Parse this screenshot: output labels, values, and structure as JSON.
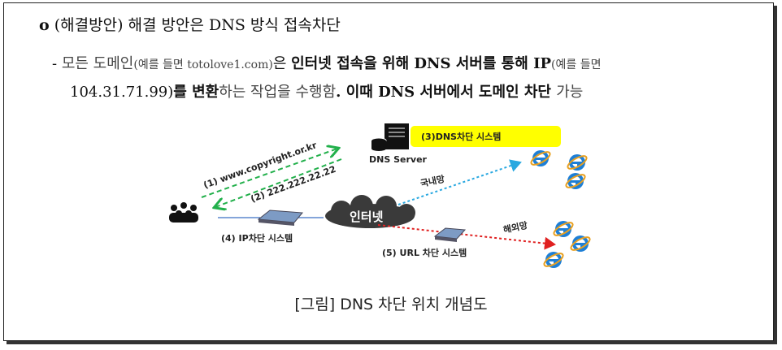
{
  "heading": {
    "bullet": "o",
    "text": "(해결방안) 해결 방안은 DNS 방식 접속차단"
  },
  "body": {
    "dash": "-",
    "s1": "모든 도메인",
    "s2": "(예를 들면 totolove1.com)",
    "s3": "은 ",
    "s4": "인터넷 접속을 위해 DNS 서버를 통해 IP",
    "s5": "(예를 들면",
    "s6": "104.31.71.99)",
    "s7": "를 ",
    "s8": "변환",
    "s9": "하는 작업을 수행함",
    "s10": ". 이때 DNS 서버에서 도메인 차단 ",
    "s11": "가능"
  },
  "diagram": {
    "dns_server": "DNS Server",
    "dns_block": "(3)DNS차단 시스템",
    "request": "(1) www.copyright.or.kr",
    "response": "(2) 222.222.22.22",
    "internet": "인터넷",
    "domestic": "국내망",
    "overseas": "해외망",
    "ip_block": "(4) IP차단 시스템",
    "url_block": "(5) URL 차단 시스템",
    "colors": {
      "highlight": "#ffff00",
      "green": "#22b04b",
      "blue": "#29a8e0",
      "red": "#e02020"
    }
  },
  "caption": "[그림] DNS 차단 위치 개념도"
}
